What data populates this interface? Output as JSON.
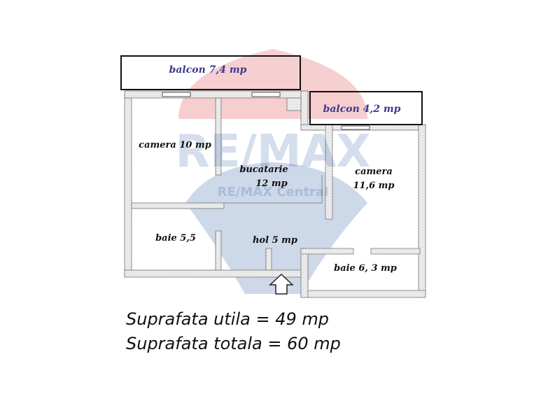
{
  "watermark": {
    "logo_text": "RE/MAX",
    "office_text": "RE/MAX Central"
  },
  "balconies": [
    {
      "label": "balcon 7,4 mp"
    },
    {
      "label": "balcon 4,2 mp"
    }
  ],
  "rooms": [
    {
      "lines": [
        "camera 10 mp"
      ]
    },
    {
      "lines": [
        "bucatarie",
        "12 mp"
      ]
    },
    {
      "lines": [
        "camera",
        "11,6 mp"
      ]
    },
    {
      "lines": [
        "baie 5,5"
      ]
    },
    {
      "lines": [
        "hol 5 mp"
      ]
    },
    {
      "lines": [
        "baie 6, 3 mp"
      ]
    }
  ],
  "areas": {
    "utila": "Suprafata utila = 49 mp",
    "totala": "Suprafata totala = 60 mp"
  }
}
